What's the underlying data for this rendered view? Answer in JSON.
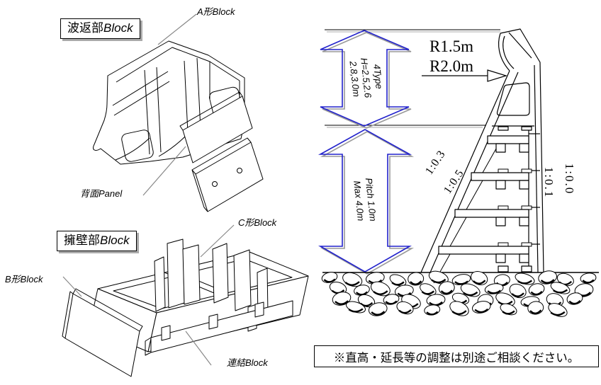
{
  "left_panel": {
    "wave_block_box": {
      "jp": "波返部",
      "en": "Block"
    },
    "a_block_label": "A形Block",
    "back_panel_label": "背面Panel",
    "wall_block_box": {
      "jp": "擁壁部",
      "en": "Block"
    },
    "b_block_label": "B形Block",
    "c_block_label": "C形Block",
    "renketsu_label": "連結Block"
  },
  "section": {
    "radius_labels": {
      "r1": "R1.5m",
      "r2": "R2.0m"
    },
    "upper_arrow_text": "4Type\nH=2.5,2.6\n2.8,3.0m",
    "lower_arrow_text": "Pitch 1.0m\nMax 4.0m",
    "front_slope_labels": {
      "s1": "1:0.3",
      "s2": "1:0.5"
    },
    "back_slope_labels": {
      "s1": "1:0.0",
      "s2": "1:0.1"
    },
    "colors": {
      "arrow_blue": "#2222cc",
      "shadow_gray": "#999999",
      "line_black": "#000000"
    }
  },
  "note": {
    "text": "※直高・延長等の調整は別途ご相談ください。"
  }
}
